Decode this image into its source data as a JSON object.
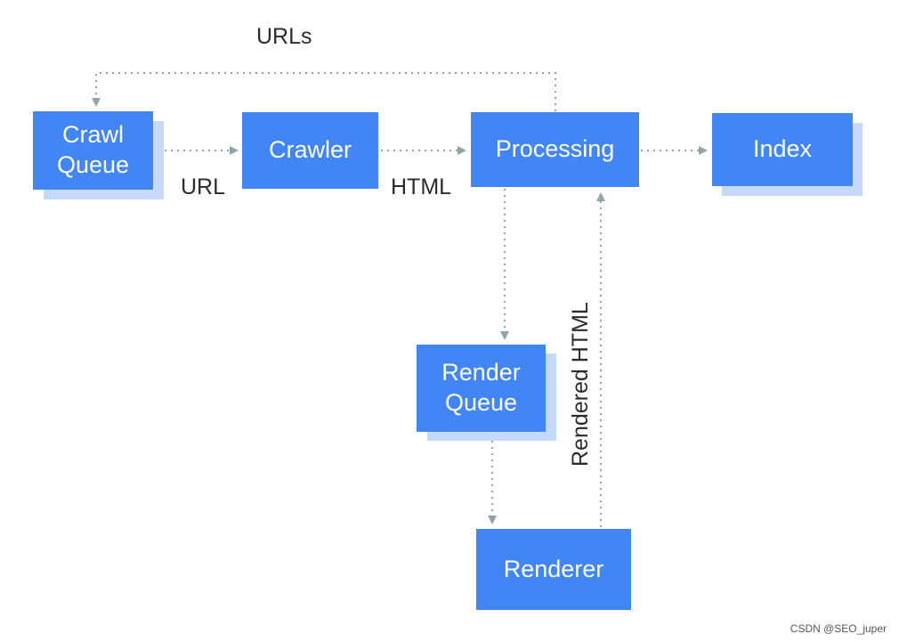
{
  "diagram": {
    "nodes": {
      "crawl_queue": {
        "lines": [
          "Crawl",
          "Queue"
        ],
        "stacked": true
      },
      "crawler": {
        "lines": [
          "Crawler"
        ],
        "stacked": false
      },
      "processing": {
        "lines": [
          "Processing"
        ],
        "stacked": false
      },
      "index": {
        "lines": [
          "Index"
        ],
        "stacked": true
      },
      "render_queue": {
        "lines": [
          "Render",
          "Queue"
        ],
        "stacked": true
      },
      "renderer": {
        "lines": [
          "Renderer"
        ],
        "stacked": false
      }
    },
    "edge_labels": {
      "urls": "URLs",
      "url": "URL",
      "html": "HTML",
      "rendered_html": "Rendered HTML"
    },
    "colors": {
      "node_fill": "#4285f4",
      "node_shadow": "#c6d9fb",
      "node_text": "#ffffff",
      "edge": "#8fa3ad",
      "label_text": "#2b2b2b"
    }
  },
  "watermark": "CSDN @SEO_juper"
}
